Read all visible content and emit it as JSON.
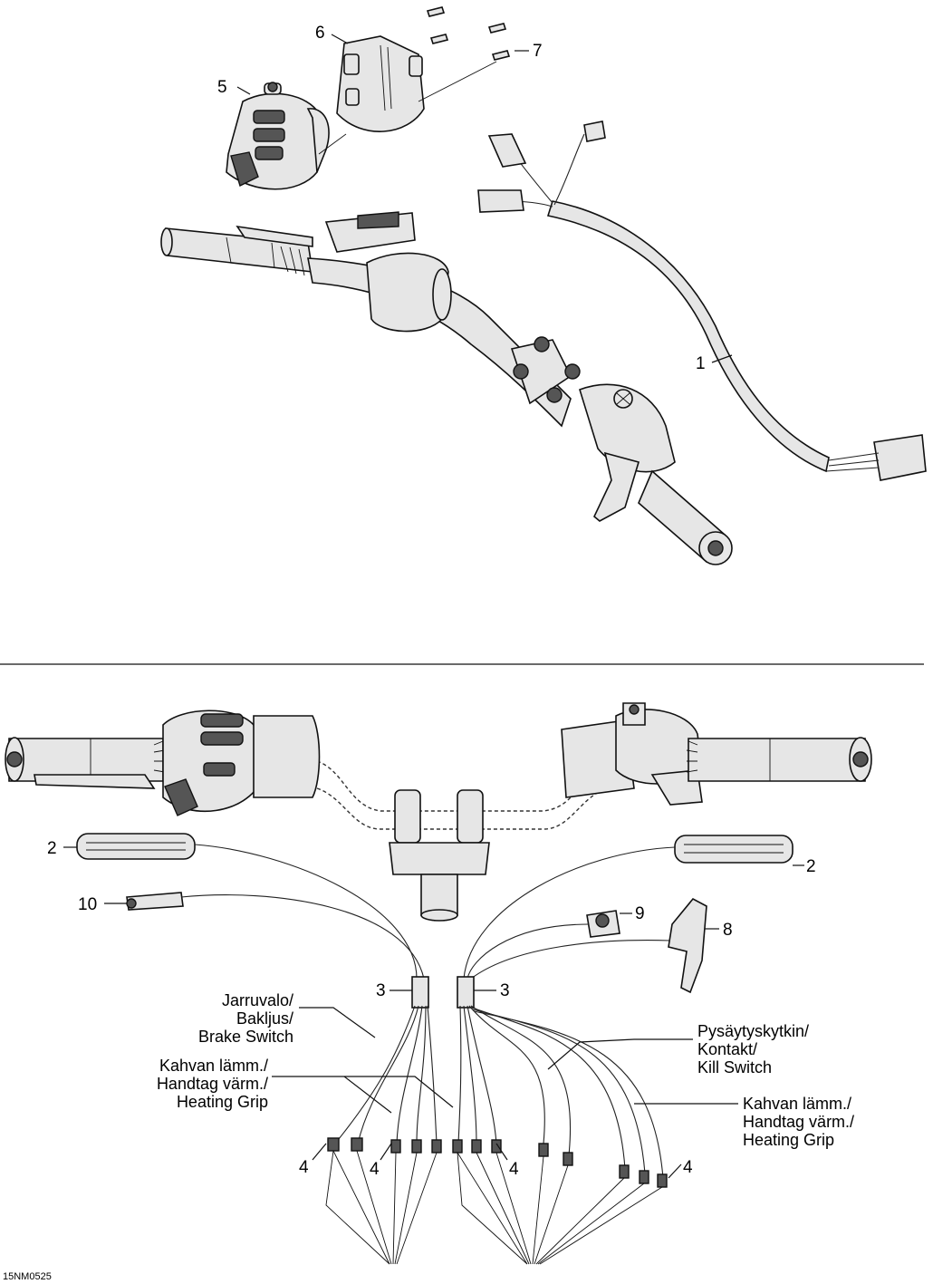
{
  "callouts_top": {
    "n1": "1",
    "n5": "5",
    "n6": "6",
    "n7": "7"
  },
  "callouts_bottom": {
    "n2_left": "2",
    "n2_right": "2",
    "n3_left": "3",
    "n3_right": "3",
    "n4_a": "4",
    "n4_b": "4",
    "n4_c": "4",
    "n4_d": "4",
    "n8": "8",
    "n9": "9",
    "n10": "10"
  },
  "labels": {
    "brake_switch": [
      "Jarruvalo/",
      "Bakljus/",
      "Brake Switch"
    ],
    "heating_grip_left": [
      "Kahvan lämm./",
      "Handtag värm./",
      "Heating Grip"
    ],
    "kill_switch": [
      "Pysäytyskytkin/",
      "Kontakt/",
      "Kill Switch"
    ],
    "heating_grip_right": [
      "Kahvan lämm./",
      "Handtag värm./",
      "Heating Grip"
    ]
  },
  "figure_code": "15NM0525"
}
